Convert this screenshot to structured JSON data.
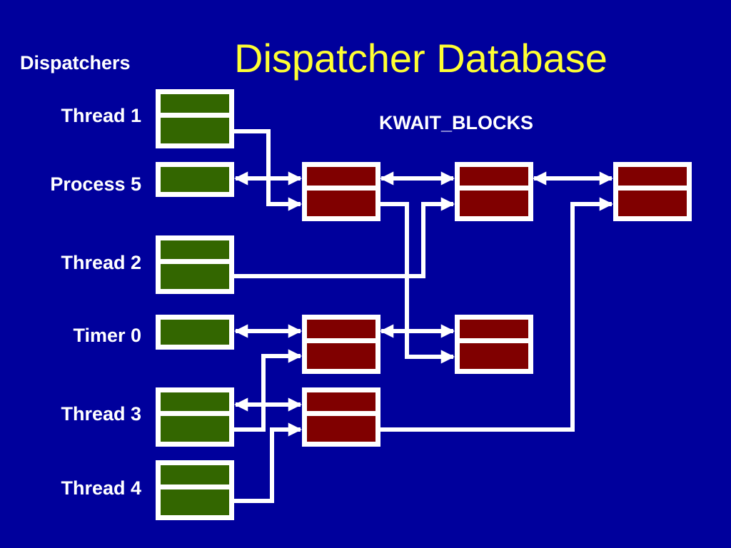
{
  "title": "Dispatcher Database",
  "labels": {
    "dispatchers": "Dispatchers",
    "kwait_blocks": "KWAIT_BLOCKS"
  },
  "colors": {
    "background": "#00009c",
    "title": "#ffff33",
    "dispatcher_fill": "#336600",
    "wait_block_fill": "#800000",
    "outline": "#ffffff"
  },
  "dispatchers": [
    {
      "id": "thread1",
      "label": "Thread 1",
      "fields": 2
    },
    {
      "id": "process5",
      "label": "Process 5",
      "fields": 1
    },
    {
      "id": "thread2",
      "label": "Thread 2",
      "fields": 2
    },
    {
      "id": "timer0",
      "label": "Timer 0",
      "fields": 1
    },
    {
      "id": "thread3",
      "label": "Thread 3",
      "fields": 2
    },
    {
      "id": "thread4",
      "label": "Thread 4",
      "fields": 2
    }
  ],
  "wait_blocks": [
    {
      "id": "wb1",
      "row": "process5",
      "column": 1
    },
    {
      "id": "wb2",
      "row": "process5",
      "column": 2
    },
    {
      "id": "wb3",
      "row": "process5",
      "column": 3
    },
    {
      "id": "wb4",
      "row": "timer0",
      "column": 1
    },
    {
      "id": "wb5",
      "row": "timer0",
      "column": 2
    },
    {
      "id": "wb6",
      "row": "thread3",
      "column": 1
    }
  ],
  "links": [
    {
      "from": "process5",
      "to": "wb1",
      "type": "bidirectional"
    },
    {
      "from": "wb1",
      "to": "wb2",
      "type": "bidirectional"
    },
    {
      "from": "wb2",
      "to": "wb3",
      "type": "bidirectional"
    },
    {
      "from": "timer0",
      "to": "wb4",
      "type": "bidirectional"
    },
    {
      "from": "wb4",
      "to": "wb5",
      "type": "bidirectional"
    },
    {
      "from": "thread3",
      "to": "wb6",
      "type": "bidirectional"
    },
    {
      "from": "thread1",
      "to": "wb1",
      "type": "pointer"
    },
    {
      "from": "thread2",
      "to": "wb2",
      "type": "pointer"
    },
    {
      "from": "wb1",
      "to": "wb5",
      "type": "pointer"
    },
    {
      "from": "thread3",
      "to": "wb4",
      "type": "pointer"
    },
    {
      "from": "thread4",
      "to": "wb6",
      "type": "pointer"
    },
    {
      "from": "wb6",
      "to": "wb3",
      "type": "pointer"
    }
  ]
}
